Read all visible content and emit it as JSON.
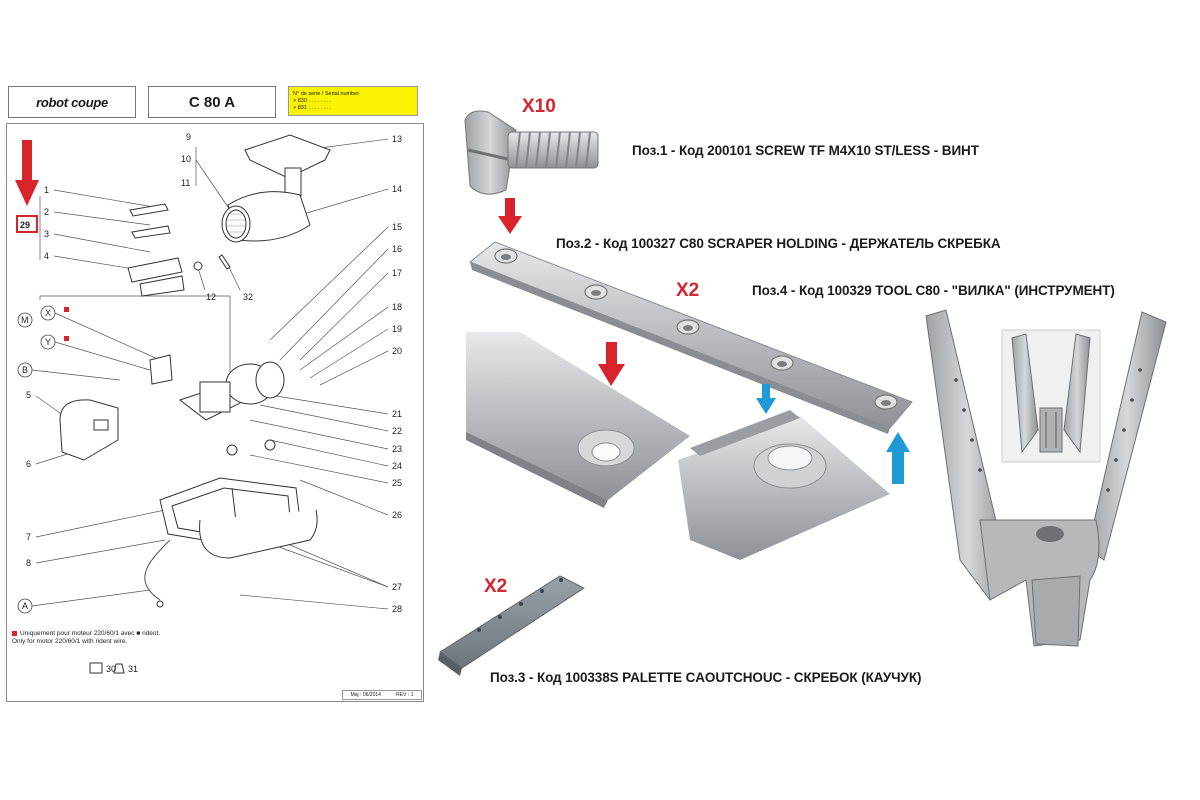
{
  "sheet": {
    "brand": "robot coupe",
    "model": "C 80 A",
    "serial_title": "N° de serie / Serial number",
    "serial_line1": "> 830 . . . . . .  . .",
    "serial_line2": "> 831 . . . . . .  . .",
    "highlight_part": "29",
    "part_numbers_left": [
      "1",
      "2",
      "3",
      "4",
      "5",
      "6",
      "7",
      "8"
    ],
    "part_letters_left": [
      "M",
      "X",
      "Y",
      "B",
      "A"
    ],
    "part_numbers_top": [
      "9",
      "10",
      "11",
      "12",
      "32"
    ],
    "part_numbers_right": [
      "13",
      "14",
      "15",
      "16",
      "17",
      "18",
      "19",
      "20",
      "21",
      "22",
      "23",
      "24",
      "25",
      "26",
      "27",
      "28"
    ],
    "note_fr": "Uniquement pour moteur 220/60/1 avec ■ rident.",
    "note_en": "Only for motor 220/60/1 with rident wire.",
    "part_30": "30",
    "part_31": "31",
    "footer_left": "Maj : 06/2014",
    "footer_right": "REV : 1"
  },
  "items": {
    "pos1": "Поз.1 - Код 200101 SCREW TF M4X10 ST/LESS - ВИНТ",
    "pos2": "Поз.2 - Код 100327 C80 SCRAPER HOLDING - ДЕРЖАТЕЛЬ СКРЕБКА",
    "pos3": "Поз.3 - Код 100338S PALETTE CAOUTCHOUC - СКРЕБОК (КАУЧУК)",
    "pos4": "Поз.4 - Код 100329 TOOL C80 - \"ВИЛКА\" (ИНСТРУМЕНТ)"
  },
  "quantities": {
    "screw": "X10",
    "holder": "X2",
    "scraper": "X2"
  },
  "colors": {
    "red_arrow": "#d8232a",
    "blue_arrow": "#1e9ad6",
    "serial_box": "#f9f200",
    "metal": "#b9bcc0"
  }
}
